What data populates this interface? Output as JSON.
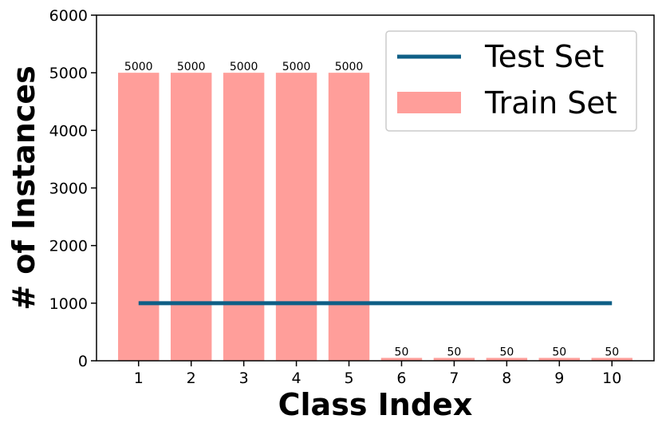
{
  "chart_data": {
    "type": "bar",
    "title": "",
    "xlabel": "Class Index",
    "ylabel": "# of Instances",
    "categories": [
      "1",
      "2",
      "3",
      "4",
      "5",
      "6",
      "7",
      "8",
      "9",
      "10"
    ],
    "series": [
      {
        "name": "Train Set",
        "type": "bar",
        "color": "#ff9e9a",
        "values": [
          5000,
          5000,
          5000,
          5000,
          5000,
          50,
          50,
          50,
          50,
          50
        ],
        "data_labels": [
          "5000",
          "5000",
          "5000",
          "5000",
          "5000",
          "50",
          "50",
          "50",
          "50",
          "50"
        ]
      },
      {
        "name": "Test Set",
        "type": "line",
        "color": "#0f5f86",
        "values": [
          1000,
          1000,
          1000,
          1000,
          1000,
          1000,
          1000,
          1000,
          1000,
          1000
        ]
      }
    ],
    "ylim": [
      0,
      6000
    ],
    "yticks": [
      "0",
      "1000",
      "2000",
      "3000",
      "4000",
      "5000",
      "6000"
    ],
    "grid": false,
    "legend_position": "top-right"
  }
}
